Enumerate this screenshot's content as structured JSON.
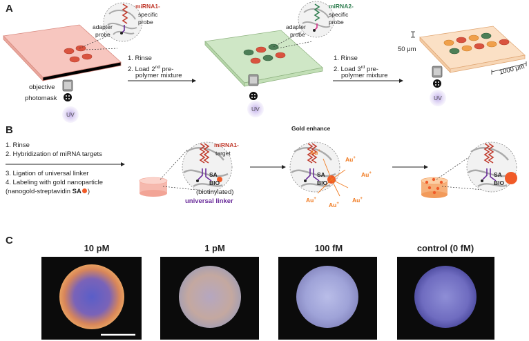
{
  "panel_labels": {
    "a": "A",
    "b": "B",
    "c": "C"
  },
  "panel_a": {
    "probe1_name": "miRNA1-",
    "probe1_desc_1": "specific",
    "probe1_desc_2": "probe",
    "adapter_1": "adapter",
    "adapter_2": "probe",
    "probe2_name": "miRNA2-",
    "probe2_desc_1": "specific",
    "probe2_desc_2": "probe",
    "adapter2_1": "adapter",
    "adapter2_2": "probe",
    "objective": "objective",
    "photomask": "photomask",
    "uv": "UV",
    "step1_rinse": "1. Rinse",
    "step1_load": "2. Load 2",
    "step1_sup": "nd",
    "step1_load_end": " pre-",
    "step1_line2": "polymer mixture",
    "step2_rinse": "1. Rinse",
    "step2_load": "2. Load 3",
    "step2_sup": "rd",
    "step2_load_end": " pre-",
    "step2_line2": "polymer mixture",
    "height_label": "50 μm",
    "width_label": "1000 μm"
  },
  "panel_b": {
    "step_1": "1. Rinse",
    "step_2": "2. Hybridization of miRNA targets",
    "step_3": "3. Ligation of universal linker",
    "step_4": "4. Labeling with gold nanoparticle",
    "step_4b": "(nanogold-streptavidin ",
    "step_4b_sa": "SA",
    "step_4b_end": ")",
    "target_name": "miRNA1-",
    "target_desc": "target",
    "sa": "SA",
    "bio": "BIO",
    "biotinylated": "(biotinylated)",
    "universal_linker": "universal linker",
    "gold_enhance": "Gold enhance",
    "au": "Au",
    "au_sup": "+"
  },
  "panel_c": {
    "images": [
      {
        "label": "10 pM"
      },
      {
        "label": "1 pM"
      },
      {
        "label": "100 fM"
      },
      {
        "label": "control (0 fM)"
      }
    ]
  },
  "colors": {
    "mirna1": "#c0392b",
    "mirna2": "#2e7d4f",
    "linker": "#6a2c9a",
    "gold": "#f07a20",
    "uv_glow": "#c9b8ea"
  }
}
